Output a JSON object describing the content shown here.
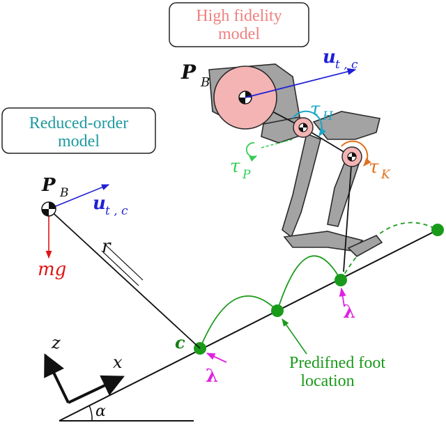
{
  "high_fidelity_box": {
    "line1": "High fidelity",
    "line2": "model"
  },
  "reduced_order_box": {
    "line1": "Reduced-order",
    "line2": "model"
  },
  "labels": {
    "pb_high_main": "P",
    "pb_high_sub": "B",
    "ut_high_main": "u",
    "ut_high_sub": "t , c",
    "tau_h_main": "τ",
    "tau_h_sub": "H",
    "tau_k_main": "τ",
    "tau_k_sub": "K",
    "tau_p_main": "τ",
    "tau_p_sub": "P",
    "pb_low_main": "P",
    "pb_low_sub": "B",
    "ut_low_main": "u",
    "ut_low_sub": "t , c",
    "mg": "mg",
    "r": "r",
    "c": "c",
    "lambda1": "λ",
    "lambda2": "λ",
    "foot_line1": "Predifned foot",
    "foot_line2": "location",
    "axis_z": "z",
    "axis_x": "x",
    "alpha": "α"
  },
  "colors": {
    "blue": "#1f1fd6",
    "red": "#e01414",
    "green": "#1a9a1a",
    "green_dark": "#138013",
    "magenta": "#e021e0",
    "cyan": "#1aa6c8",
    "orange": "#e0701c",
    "light_green": "#33cc55",
    "teal": "#1f9aa0",
    "salmon": "#f08080",
    "pink_fill": "#f4b4b4",
    "robot_gray": "#9a9a9a",
    "robot_dark": "#2a2a2a"
  }
}
